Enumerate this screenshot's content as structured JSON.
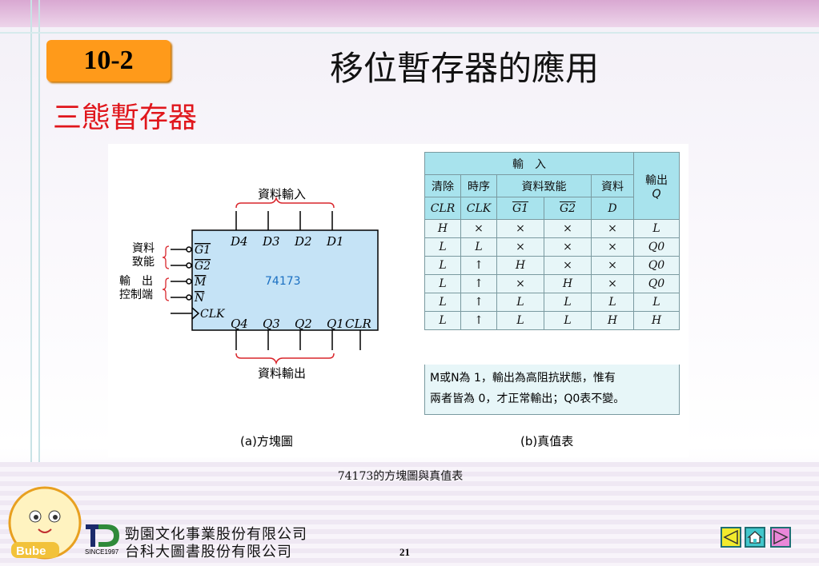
{
  "header": {
    "section_badge": "10-2",
    "title": "移位暫存器的應用"
  },
  "subtitle": "三態暫存器",
  "diagram": {
    "chip_label": "74173",
    "top_label": "資料輸入",
    "bottom_label": "資料輸出",
    "left_group_1": [
      "資料",
      "致能"
    ],
    "left_group_2": [
      "輸　出",
      "控制端"
    ],
    "inputs": [
      "G1",
      "G2",
      "M",
      "N",
      "CLK"
    ],
    "data_pins": [
      "D4",
      "D3",
      "D2",
      "D1"
    ],
    "out_pins": [
      "Q4",
      "Q3",
      "Q2",
      "Q1",
      "CLR"
    ],
    "caption": "(a)方塊圖"
  },
  "truth_table": {
    "group_input": "輸　入",
    "group_output": "輸出",
    "output_symbol": "Q",
    "headers": [
      "清除",
      "時序",
      "資料致能",
      "資料"
    ],
    "header_symbols": [
      "CLR",
      "CLK",
      "G1",
      "G2",
      "D"
    ],
    "rows": [
      [
        "H",
        "×",
        "×",
        "×",
        "×",
        "L"
      ],
      [
        "L",
        "L",
        "×",
        "×",
        "×",
        "Q0"
      ],
      [
        "L",
        "↑",
        "H",
        "×",
        "×",
        "Q0"
      ],
      [
        "L",
        "↑",
        "×",
        "H",
        "×",
        "Q0"
      ],
      [
        "L",
        "↑",
        "L",
        "L",
        "L",
        "L"
      ],
      [
        "L",
        "↑",
        "L",
        "L",
        "H",
        "H"
      ]
    ],
    "note_line1": "M或N為 1，輸出為高阻抗狀態，惟有",
    "note_line2": "兩者皆為 0，才正常輸出；Q0表不變。",
    "caption": "(b)真值表"
  },
  "figure_caption": "74173的方塊圖與真值表",
  "footer": {
    "company_1": "勁園文化事業股份有限公司",
    "company_2": "台科大圖書股份有限公司",
    "since": "SINCE1997",
    "page_number": "21",
    "mascot_text": "Bube"
  }
}
